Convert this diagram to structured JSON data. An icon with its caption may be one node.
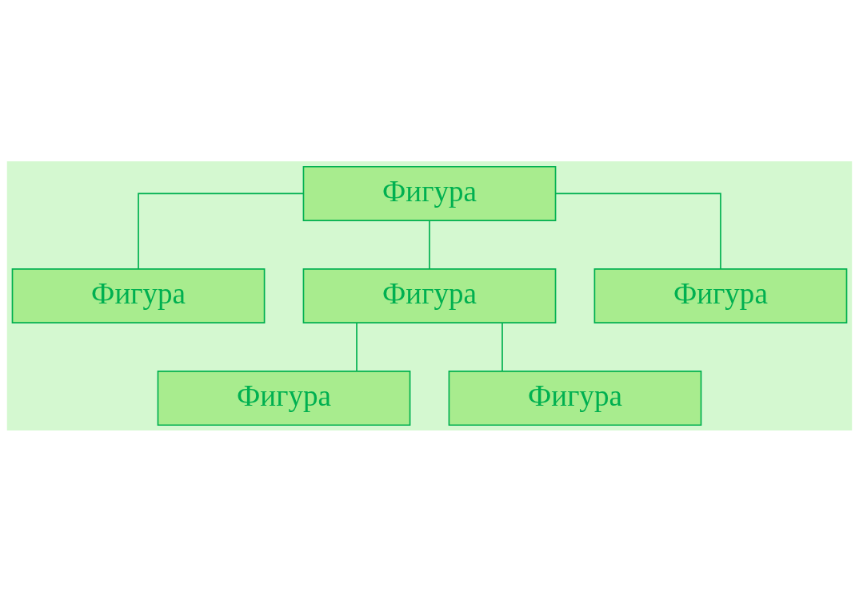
{
  "diagram": {
    "nodes": [
      {
        "text": [
          "Фигура"
        ]
      },
      {
        "text": [
          "Фигура"
        ]
      },
      {
        "text": [
          "Фигура"
        ]
      },
      {
        "text": [
          "Фигура"
        ]
      },
      {
        "text": [
          "Фигура"
        ]
      },
      {
        "text": [
          "Фигура"
        ]
      }
    ],
    "edges": [
      {
        "from": 0,
        "to": 2,
        "arrow": "none"
      },
      {
        "from": 0,
        "to": 1,
        "arrow": "none"
      },
      {
        "from": 0,
        "to": 3,
        "arrow": "none"
      },
      {
        "from": 2,
        "to": 4,
        "arrow": "none"
      },
      {
        "from": 2,
        "to": 5,
        "arrow": "none"
      }
    ]
  }
}
